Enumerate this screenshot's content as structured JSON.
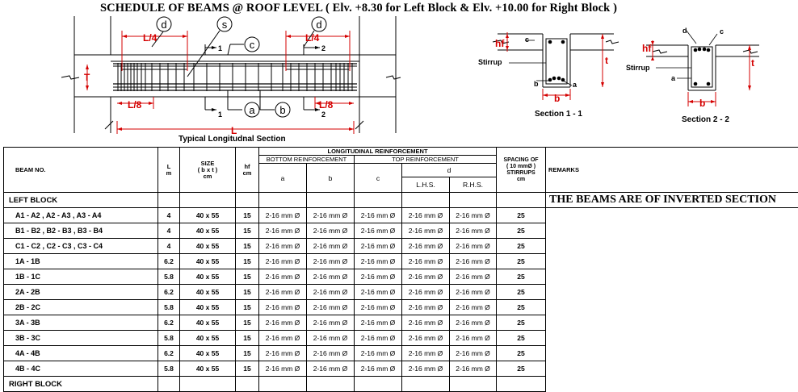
{
  "title": "SCHEDULE OF BEAMS  @ ROOF LEVEL ( Elv. +8.30 for Left Block & Elv. +10.00 for Right Block )",
  "long_section": {
    "caption": "Typical Longitudnal Section",
    "L4_left": "L/4",
    "L4_right": "L/4",
    "L8_left": "L/8",
    "L8_right": "L/8",
    "L": "L",
    "T": "T",
    "tag_d1": "d",
    "tag_d2": "d",
    "tag_s": "s",
    "tag_c": "c",
    "tag_a": "a",
    "tag_b": "b",
    "cut1_top": "1",
    "cut2_top": "2",
    "cut1_bot": "1",
    "cut2_bot": "2"
  },
  "section11": {
    "caption": "Section 1 - 1",
    "hf": "hf",
    "c": "c",
    "t": "t",
    "b": "b",
    "a": "a",
    "b_small": "b",
    "stirrup": "Stirrup"
  },
  "section22": {
    "caption": "Section 2 - 2",
    "hf": "hf",
    "c": "c",
    "d": "d",
    "t": "t",
    "b": "b",
    "a": "a",
    "stirrup": "Stirrup"
  },
  "table": {
    "col_beam": "BEAM NO.",
    "col_L": "L",
    "col_L_unit": "m",
    "col_size": "SIZE",
    "col_size_sub": "( b x t )",
    "col_size_unit": "cm",
    "col_hf": "hf",
    "col_hf_unit": "cm",
    "long_reinf": "LONGITUDINAL REINFORCEMENT",
    "bottom_reinf": "BOTTOM REINFORCEMENT",
    "top_reinf": "TOP REINFORCEMENT",
    "col_a": "a",
    "col_b": "b",
    "col_c": "c",
    "col_d": "d",
    "col_lhs": "L.H.S.",
    "col_rhs": "R.H.S.",
    "col_spacing": "SPACING OF (10 mmØ) STIRRUPS cm",
    "col_spacing_1": "SPACING OF",
    "col_spacing_2": "( 10 mmØ )",
    "col_spacing_3": "STIRRUPS",
    "col_spacing_4": "cm",
    "col_remarks": "REMARKS",
    "left_block": "LEFT BLOCK",
    "right_block": "RIGHT BLOCK",
    "remarks_text": "THE BEAMS ARE OF INVERTED SECTION",
    "rows": [
      {
        "beam": "A1 - A2 , A2 - A3 , A3 - A4",
        "L": "4",
        "size": "40 x 55",
        "hf": "15",
        "a": "2-16 mm Ø",
        "b": "2-16 mm Ø",
        "c": "2-16 mm Ø",
        "lhs": "2-16 mm Ø",
        "rhs": "2-16 mm Ø",
        "spacing": "25"
      },
      {
        "beam": "B1 - B2 , B2 - B3 , B3 - B4",
        "L": "4",
        "size": "40 x 55",
        "hf": "15",
        "a": "2-16 mm Ø",
        "b": "2-16 mm Ø",
        "c": "2-16 mm Ø",
        "lhs": "2-16 mm Ø",
        "rhs": "2-16 mm Ø",
        "spacing": "25"
      },
      {
        "beam": "C1 - C2 , C2 - C3 , C3 - C4",
        "L": "4",
        "size": "40 x 55",
        "hf": "15",
        "a": "2-16 mm Ø",
        "b": "2-16 mm Ø",
        "c": "2-16 mm Ø",
        "lhs": "2-16 mm Ø",
        "rhs": "2-16 mm Ø",
        "spacing": "25"
      },
      {
        "beam": "1A - 1B",
        "L": "6.2",
        "size": "40 x 55",
        "hf": "15",
        "a": "2-16 mm Ø",
        "b": "2-16 mm Ø",
        "c": "2-16 mm Ø",
        "lhs": "2-16 mm Ø",
        "rhs": "2-16 mm Ø",
        "spacing": "25"
      },
      {
        "beam": "1B - 1C",
        "L": "5.8",
        "size": "40 x 55",
        "hf": "15",
        "a": "2-16 mm Ø",
        "b": "2-16 mm Ø",
        "c": "2-16 mm Ø",
        "lhs": "2-16 mm Ø",
        "rhs": "2-16 mm Ø",
        "spacing": "25"
      },
      {
        "beam": "2A - 2B",
        "L": "6.2",
        "size": "40 x 55",
        "hf": "15",
        "a": "2-16 mm Ø",
        "b": "2-16 mm Ø",
        "c": "2-16 mm Ø",
        "lhs": "2-16 mm Ø",
        "rhs": "2-16 mm Ø",
        "spacing": "25"
      },
      {
        "beam": "2B - 2C",
        "L": "5.8",
        "size": "40 x 55",
        "hf": "15",
        "a": "2-16 mm Ø",
        "b": "2-16 mm Ø",
        "c": "2-16 mm Ø",
        "lhs": "2-16 mm Ø",
        "rhs": "2-16 mm Ø",
        "spacing": "25"
      },
      {
        "beam": "3A - 3B",
        "L": "6.2",
        "size": "40 x 55",
        "hf": "15",
        "a": "2-16 mm Ø",
        "b": "2-16 mm Ø",
        "c": "2-16 mm Ø",
        "lhs": "2-16 mm Ø",
        "rhs": "2-16 mm Ø",
        "spacing": "25"
      },
      {
        "beam": "3B - 3C",
        "L": "5.8",
        "size": "40 x 55",
        "hf": "15",
        "a": "2-16 mm Ø",
        "b": "2-16 mm Ø",
        "c": "2-16 mm Ø",
        "lhs": "2-16 mm Ø",
        "rhs": "2-16 mm Ø",
        "spacing": "25"
      },
      {
        "beam": "4A - 4B",
        "L": "6.2",
        "size": "40 x 55",
        "hf": "15",
        "a": "2-16 mm Ø",
        "b": "2-16 mm Ø",
        "c": "2-16 mm Ø",
        "lhs": "2-16 mm Ø",
        "rhs": "2-16 mm Ø",
        "spacing": "25"
      },
      {
        "beam": "4B - 4C",
        "L": "5.8",
        "size": "40 x 55",
        "hf": "15",
        "a": "2-16 mm Ø",
        "b": "2-16 mm Ø",
        "c": "2-16 mm Ø",
        "lhs": "2-16 mm Ø",
        "rhs": "2-16 mm Ø",
        "spacing": "25"
      }
    ]
  },
  "colors": {
    "dimension": "#d40000",
    "line": "#000000"
  }
}
